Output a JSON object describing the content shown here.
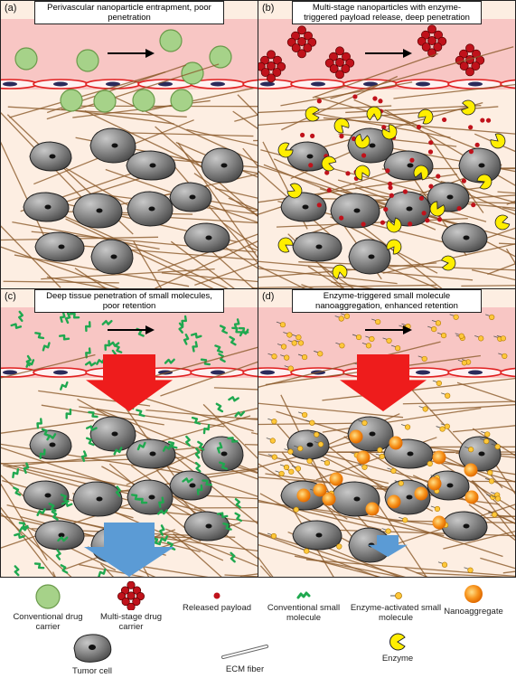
{
  "panels": [
    {
      "label": "(a)",
      "title": "Perivascular nanoparticle entrapment, poor penetration"
    },
    {
      "label": "(b)",
      "title": "Multi-stage nanoparticles with enzyme-triggered payload release, deep penetration"
    },
    {
      "label": "(c)",
      "title": "Deep tissue penetration of small molecules, poor retention"
    },
    {
      "label": "(d)",
      "title": "Enzyme-triggered small molecule nanoaggregation, enhanced retention"
    }
  ],
  "legend": {
    "conventional_carrier": "Conventional drug carrier",
    "multistage_carrier": "Multi-stage drug carrier",
    "released_payload": "Released payload",
    "small_molecule": "Conventional small molecule",
    "enzyme_activated": "Enzyme-activated small molecule",
    "nanoaggregate": "Nanoaggregate",
    "tumor_cell": "Tumor cell",
    "ecm_fiber": "ECM fiber",
    "enzyme": "Enzyme"
  },
  "colors": {
    "vessel": "#f8c6c4",
    "tissue": "#fdeee2",
    "carrier_green": "#a6d289",
    "payload_red": "#c0121b",
    "enzyme_yellow": "#ffee00",
    "arrow_red": "#ee1c1c",
    "arrow_blue": "#5b9bd5",
    "nanoaggregate_orange": "#f7941d",
    "small_molecule_green": "#1fa84f"
  }
}
